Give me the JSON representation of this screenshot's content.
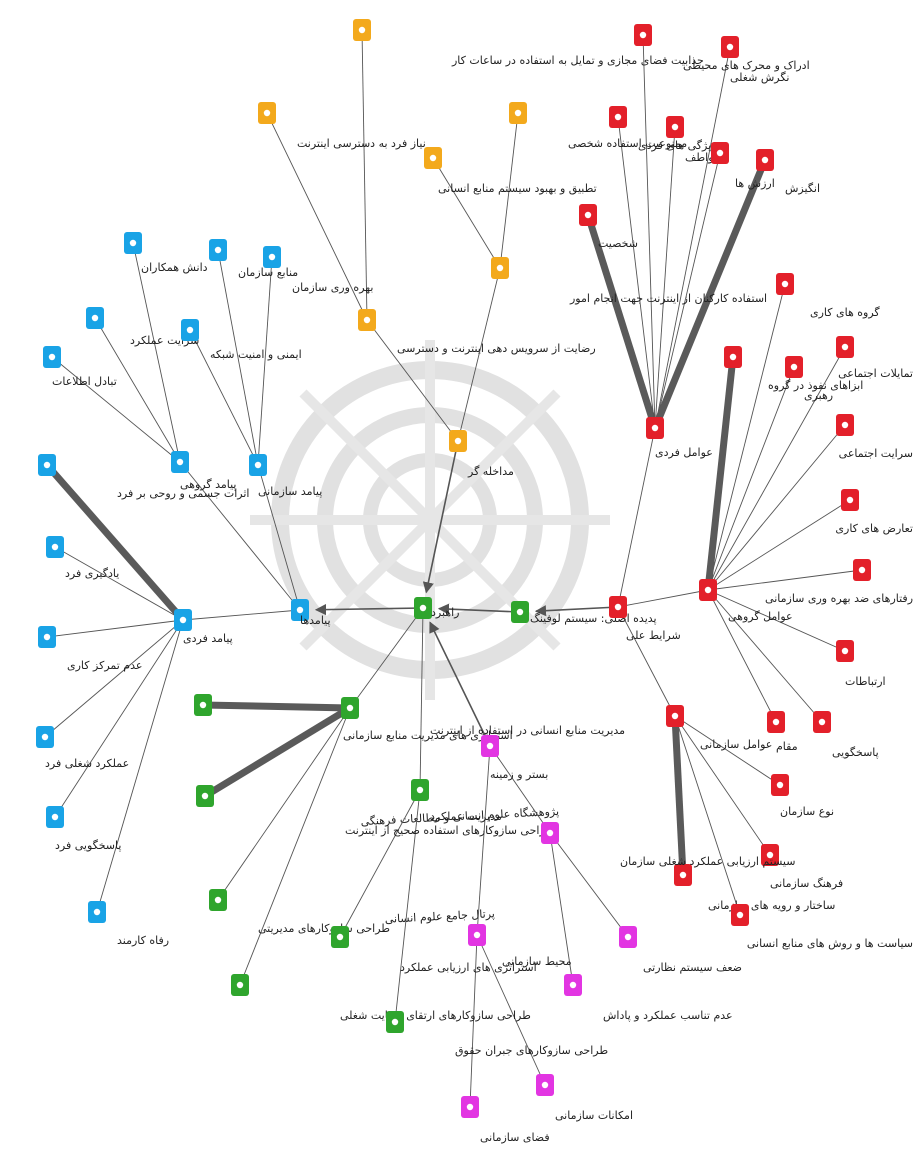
{
  "colors": {
    "blue": "#19a3e6",
    "red": "#e3202a",
    "orange": "#f3a91c",
    "green": "#2fa52d",
    "magenta": "#e235e2",
    "edge": "#555555",
    "watermark": "#c8c8c8"
  },
  "watermark": {
    "line1": "پژوهشگاه علوم انسانی و مطالعات فرهنگی",
    "line2": "پرتال جامع علوم انسانی"
  },
  "nodes": [
    {
      "id": "rahbord",
      "label": "راهبرد",
      "color": "green",
      "icon": "square-node-icon"
    },
    {
      "id": "padide_asli",
      "label": "پدیده اصلی: سیستم لوفینگ",
      "color": "green",
      "icon": "square-node-icon"
    },
    {
      "id": "modiriat_manabe",
      "label": "مدیریت منابع انسانی در استفاده از اینترنت",
      "color": "green",
      "icon": "square-node-icon"
    },
    {
      "id": "estratezhi_modiriat",
      "label": "استراتژی های مدیریت منابع سازمانی",
      "color": "green",
      "icon": "square-node-icon"
    },
    {
      "id": "tarahi_sahih",
      "label": "طراحی سازوکارهای استفاده صحیح از اینترنت",
      "color": "green",
      "icon": "square-node-icon"
    },
    {
      "id": "modiriat_amalkard",
      "label": "مدیریت عملکرد",
      "color": "green",
      "icon": "square-node-icon"
    },
    {
      "id": "tarahi_modiriati",
      "label": "طراحی سازوکارهای مدیریتی",
      "color": "green",
      "icon": "square-node-icon"
    },
    {
      "id": "estratezhi_arzyabi",
      "label": "استراتژی های ارزیابی عملکرد",
      "color": "green",
      "icon": "square-node-icon"
    },
    {
      "id": "tarahi_reza",
      "label": "طراحی سازوکارهای ارتقای رضایت شغلی",
      "color": "green",
      "icon": "square-node-icon"
    },
    {
      "id": "tarahi_hoghugh",
      "label": "طراحی سازوکارهای جبران حقوق",
      "color": "green",
      "icon": "square-node-icon"
    },
    {
      "id": "payamadha",
      "label": "پیامدها",
      "color": "blue",
      "icon": "square-node-icon"
    },
    {
      "id": "payamad_fardi",
      "label": "پیامد فردی",
      "color": "blue",
      "icon": "square-node-icon"
    },
    {
      "id": "payamad_goruhi",
      "label": "پیامد گروهی",
      "color": "blue",
      "icon": "square-node-icon"
    },
    {
      "id": "payamad_sazmani",
      "label": "پیامد سازمانی",
      "color": "blue",
      "icon": "square-node-icon"
    },
    {
      "id": "danesh",
      "label": "دانش همکاران",
      "color": "blue",
      "icon": "square-node-icon"
    },
    {
      "id": "serayat",
      "label": "سرایت عملکرد",
      "color": "blue",
      "icon": "square-node-icon"
    },
    {
      "id": "tabadol",
      "label": "تبادل اطلاعات",
      "color": "blue",
      "icon": "square-node-icon"
    },
    {
      "id": "amniat",
      "label": "ایمنی و امنیت شبکه",
      "color": "blue",
      "icon": "square-node-icon"
    },
    {
      "id": "manabe",
      "label": "منابع سازمان",
      "color": "blue",
      "icon": "square-node-icon"
    },
    {
      "id": "bahrevari",
      "label": "بهره وری سازمان",
      "color": "blue",
      "icon": "square-node-icon"
    },
    {
      "id": "asarat",
      "label": "اثرات جسمی و روحی بر فرد",
      "color": "blue",
      "icon": "square-node-icon"
    },
    {
      "id": "yadgiri",
      "label": "یادگیری فرد",
      "color": "blue",
      "icon": "square-node-icon"
    },
    {
      "id": "tamarkoz",
      "label": "عدم تمرکز کاری",
      "color": "blue",
      "icon": "square-node-icon"
    },
    {
      "id": "amalkard_fard",
      "label": "عملکرد شغلی فرد",
      "color": "blue",
      "icon": "square-node-icon"
    },
    {
      "id": "pasokhgui_fard",
      "label": "پاسخگویی فرد",
      "color": "blue",
      "icon": "square-node-icon"
    },
    {
      "id": "refah",
      "label": "رفاه کارمند",
      "color": "blue",
      "icon": "square-node-icon"
    },
    {
      "id": "modakhele",
      "label": "مداخله گر",
      "color": "orange",
      "icon": "square-node-icon"
    },
    {
      "id": "ezafe_kar",
      "label": "استفاده کارکنان از اینترنت جهت انجام امور",
      "color": "orange",
      "icon": "square-node-icon"
    },
    {
      "id": "rezayat",
      "label": "رضایت از سرویس دهی اینترنت و دسترسی",
      "color": "orange",
      "icon": "square-node-icon"
    },
    {
      "id": "jazabiat",
      "label": "جذابیت فضای مجازی و تمایل به استفاده در ساعات کار",
      "color": "orange",
      "icon": "square-node-icon"
    },
    {
      "id": "niaz",
      "label": "نیاز فرد به دسترسی اینترنت",
      "color": "orange",
      "icon": "square-node-icon"
    },
    {
      "id": "tatbigh",
      "label": "تطبیق و بهبود سیستم منابع انسانی",
      "color": "orange",
      "icon": "square-node-icon"
    },
    {
      "id": "mamnuiat",
      "label": "ممنوعیت استفاده شخصی",
      "color": "orange",
      "icon": "square-node-icon"
    },
    {
      "id": "shrayet_eli",
      "label": "شرایط علی",
      "color": "red",
      "icon": "square-node-icon"
    },
    {
      "id": "avamel_fardi",
      "label": "عوامل فردی",
      "color": "red",
      "icon": "square-node-icon"
    },
    {
      "id": "avamel_goruhi",
      "label": "عوامل گروهی",
      "color": "red",
      "icon": "square-node-icon"
    },
    {
      "id": "avamel_sazmani",
      "label": "عوامل سازمانی",
      "color": "red",
      "icon": "square-node-icon"
    },
    {
      "id": "shakhsiat",
      "label": "شخصیت",
      "color": "red",
      "icon": "square-node-icon"
    },
    {
      "id": "vizhegi",
      "label": "ویژگی های فردی",
      "color": "red",
      "icon": "square-node-icon"
    },
    {
      "id": "edrak",
      "label": "ادراک و محرک های محیطی",
      "color": "red",
      "icon": "square-node-icon"
    },
    {
      "id": "negaresh",
      "label": "نگرش شغلی",
      "color": "red",
      "icon": "square-node-icon"
    },
    {
      "id": "avatef",
      "label": "عواطف",
      "color": "red",
      "icon": "square-node-icon"
    },
    {
      "id": "arzeshha",
      "label": "ارزش ها",
      "color": "red",
      "icon": "square-node-icon"
    },
    {
      "id": "angizesh",
      "label": "انگیزش",
      "color": "red",
      "icon": "square-node-icon"
    },
    {
      "id": "goruhha",
      "label": "گروه های کاری",
      "color": "red",
      "icon": "square-node-icon"
    },
    {
      "id": "nofuz",
      "label": "ابزاهای نفوذ در گروه",
      "color": "red",
      "icon": "square-node-icon"
    },
    {
      "id": "rahbari",
      "label": "رهبری",
      "color": "red",
      "icon": "square-node-icon"
    },
    {
      "id": "tamayolat",
      "label": "تمایلات اجتماعی",
      "color": "red",
      "icon": "square-node-icon"
    },
    {
      "id": "serayat_ejtemai",
      "label": "سرایت اجتماعی",
      "color": "red",
      "icon": "square-node-icon"
    },
    {
      "id": "taarozha",
      "label": "تعارض های کاری",
      "color": "red",
      "icon": "square-node-icon"
    },
    {
      "id": "raftar",
      "label": "رفتارهای ضد بهره وری سازمانی",
      "color": "red",
      "icon": "square-node-icon"
    },
    {
      "id": "ertebatat",
      "label": "ارتباطات",
      "color": "red",
      "icon": "square-node-icon"
    },
    {
      "id": "pasokhgui",
      "label": "پاسخگویی",
      "color": "red",
      "icon": "square-node-icon"
    },
    {
      "id": "maqam",
      "label": "مقام",
      "color": "red",
      "icon": "square-node-icon"
    },
    {
      "id": "noe_sazman",
      "label": "نوع سازمان",
      "color": "red",
      "icon": "square-node-icon"
    },
    {
      "id": "farhang",
      "label": "فرهنگ سازمانی",
      "color": "red",
      "icon": "square-node-icon"
    },
    {
      "id": "sakhtar",
      "label": "ساختار و رویه های سازمانی",
      "color": "red",
      "icon": "square-node-icon"
    },
    {
      "id": "siasat",
      "label": "سیاست ها و روش های منابع انسانی",
      "color": "red",
      "icon": "square-node-icon"
    },
    {
      "id": "bastar",
      "label": "بستر و زمینه",
      "color": "magenta",
      "icon": "square-node-icon"
    },
    {
      "id": "system_arzyabi",
      "label": "سیستم ارزیابی عملکرد شغلی سازمان",
      "color": "magenta",
      "icon": "square-node-icon"
    },
    {
      "id": "mohit",
      "label": "محیط سازمانی",
      "color": "magenta",
      "icon": "square-node-icon"
    },
    {
      "id": "zaf",
      "label": "ضعف سیستم نظارتی",
      "color": "magenta",
      "icon": "square-node-icon"
    },
    {
      "id": "adam_tanasob",
      "label": "عدم تناسب عملکرد و پاداش",
      "color": "magenta",
      "icon": "square-node-icon"
    },
    {
      "id": "emkanat",
      "label": "امکانات سازمانی",
      "color": "magenta",
      "icon": "square-node-icon"
    },
    {
      "id": "faza",
      "label": "فضای سازمانی",
      "color": "magenta",
      "icon": "square-node-icon"
    }
  ],
  "edges": [
    {
      "from": "padide_asli",
      "to": "rahbord",
      "arrow": true
    },
    {
      "from": "shrayet_eli",
      "to": "padide_asli",
      "arrow": true
    },
    {
      "from": "rahbord",
      "to": "payamadha",
      "arrow": true
    },
    {
      "from": "modakhele",
      "to": "rahbord",
      "arrow": true
    },
    {
      "from": "bastar",
      "to": "rahbord",
      "arrow": true
    },
    {
      "from": "modiriat_manabe",
      "to": "rahbord"
    },
    {
      "from": "modiriat_amalkard",
      "to": "rahbord"
    },
    {
      "from": "modiriat_manabe",
      "to": "estratezhi_modiriat",
      "thick": true
    },
    {
      "from": "modiriat_manabe",
      "to": "tarahi_sahih",
      "thick": true
    },
    {
      "from": "modiriat_manabe",
      "to": "tarahi_modiriati"
    },
    {
      "from": "modiriat_manabe",
      "to": "tarahi_reza"
    },
    {
      "from": "modiriat_amalkard",
      "to": "estratezhi_arzyabi"
    },
    {
      "from": "modiriat_amalkard",
      "to": "tarahi_hoghugh"
    },
    {
      "from": "payamad_fardi",
      "to": "payamadha"
    },
    {
      "from": "payamad_goruhi",
      "to": "payamadha"
    },
    {
      "from": "payamad_sazmani",
      "to": "payamadha"
    },
    {
      "from": "payamad_goruhi",
      "to": "danesh"
    },
    {
      "from": "payamad_goruhi",
      "to": "serayat"
    },
    {
      "from": "payamad_goruhi",
      "to": "tabadol"
    },
    {
      "from": "payamad_sazmani",
      "to": "amniat"
    },
    {
      "from": "payamad_sazmani",
      "to": "manabe"
    },
    {
      "from": "payamad_sazmani",
      "to": "bahrevari"
    },
    {
      "from": "payamad_fardi",
      "to": "asarat",
      "thick": true
    },
    {
      "from": "payamad_fardi",
      "to": "yadgiri"
    },
    {
      "from": "payamad_fardi",
      "to": "tamarkoz"
    },
    {
      "from": "payamad_fardi",
      "to": "amalkard_fard"
    },
    {
      "from": "payamad_fardi",
      "to": "pasokhgui_fard"
    },
    {
      "from": "payamad_fardi",
      "to": "refah"
    },
    {
      "from": "modakhele",
      "to": "ezafe_kar"
    },
    {
      "from": "modakhele",
      "to": "rezayat"
    },
    {
      "from": "rezayat",
      "to": "jazabiat"
    },
    {
      "from": "rezayat",
      "to": "niaz"
    },
    {
      "from": "ezafe_kar",
      "to": "tatbigh"
    },
    {
      "from": "ezafe_kar",
      "to": "mamnuiat"
    },
    {
      "from": "avamel_fardi",
      "to": "shrayet_eli"
    },
    {
      "from": "avamel_goruhi",
      "to": "shrayet_eli"
    },
    {
      "from": "avamel_sazmani",
      "to": "shrayet_eli"
    },
    {
      "from": "avamel_fardi",
      "to": "shakhsiat",
      "thick": true
    },
    {
      "from": "avamel_fardi",
      "to": "vizhegi"
    },
    {
      "from": "avamel_fardi",
      "to": "edrak"
    },
    {
      "from": "avamel_fardi",
      "to": "negaresh"
    },
    {
      "from": "avamel_fardi",
      "to": "avatef"
    },
    {
      "from": "avamel_fardi",
      "to": "arzeshha"
    },
    {
      "from": "avamel_fardi",
      "to": "angizesh",
      "thick": true
    },
    {
      "from": "avamel_goruhi",
      "to": "goruhha"
    },
    {
      "from": "avamel_goruhi",
      "to": "nofuz",
      "thick": true
    },
    {
      "from": "avamel_goruhi",
      "to": "rahbari"
    },
    {
      "from": "avamel_goruhi",
      "to": "tamayolat"
    },
    {
      "from": "avamel_goruhi",
      "to": "serayat_ejtemai"
    },
    {
      "from": "avamel_goruhi",
      "to": "taarozha"
    },
    {
      "from": "avamel_goruhi",
      "to": "raftar"
    },
    {
      "from": "avamel_goruhi",
      "to": "ertebatat"
    },
    {
      "from": "avamel_goruhi",
      "to": "pasokhgui"
    },
    {
      "from": "avamel_goruhi",
      "to": "maqam"
    },
    {
      "from": "avamel_sazmani",
      "to": "noe_sazman"
    },
    {
      "from": "avamel_sazmani",
      "to": "farhang"
    },
    {
      "from": "avamel_sazmani",
      "to": "sakhtar",
      "thick": true
    },
    {
      "from": "avamel_sazmani",
      "to": "siasat"
    },
    {
      "from": "bastar",
      "to": "system_arzyabi"
    },
    {
      "from": "bastar",
      "to": "mohit"
    },
    {
      "from": "system_arzyabi",
      "to": "zaf"
    },
    {
      "from": "system_arzyabi",
      "to": "adam_tanasob"
    },
    {
      "from": "mohit",
      "to": "emkanat"
    },
    {
      "from": "mohit",
      "to": "faza"
    }
  ]
}
